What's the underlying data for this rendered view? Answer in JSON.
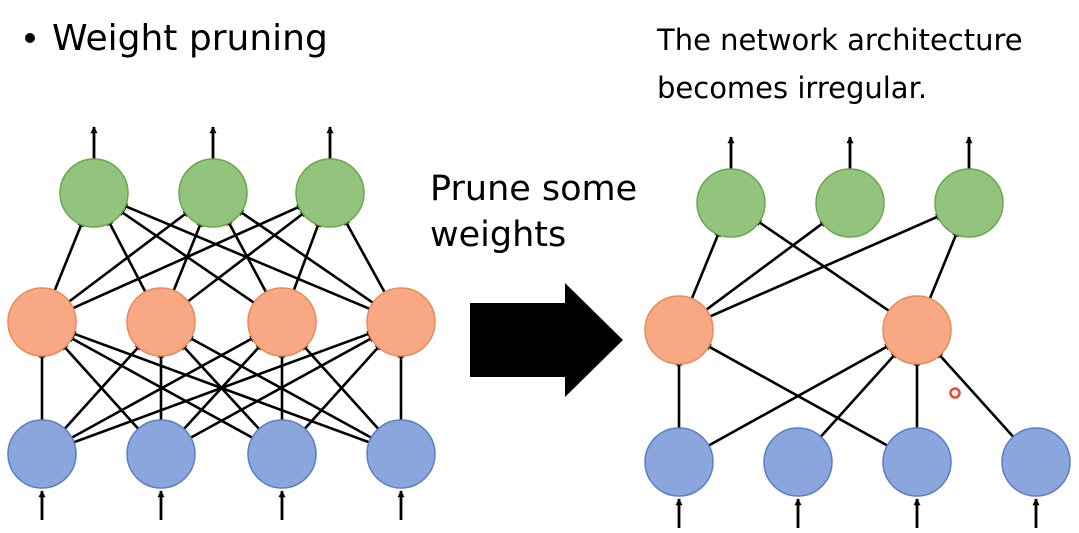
{
  "slide": {
    "bullet_title": "Weight pruning",
    "arrow_caption": [
      "Prune some",
      "weights"
    ],
    "right_caption": [
      "The network architecture",
      "becomes irregular."
    ]
  },
  "colors": {
    "input_fill": "#8aa6dc",
    "input_stroke": "#5b7fc3",
    "hidden_fill": "#f8a983",
    "hidden_stroke": "#e88a5c",
    "output_fill": "#93c47d",
    "output_stroke": "#6aa84f",
    "edge": "#000000",
    "big_arrow": "#000000",
    "pointer": "#e8483b"
  },
  "networks": {
    "original": {
      "layers": {
        "input": [
          "i1",
          "i2",
          "i3",
          "i4"
        ],
        "hidden": [
          "h1",
          "h2",
          "h3",
          "h4"
        ],
        "output": [
          "o1",
          "o2",
          "o3"
        ]
      },
      "edges": [
        [
          "i1",
          "h1"
        ],
        [
          "i1",
          "h2"
        ],
        [
          "i1",
          "h3"
        ],
        [
          "i1",
          "h4"
        ],
        [
          "i2",
          "h1"
        ],
        [
          "i2",
          "h2"
        ],
        [
          "i2",
          "h3"
        ],
        [
          "i2",
          "h4"
        ],
        [
          "i3",
          "h1"
        ],
        [
          "i3",
          "h2"
        ],
        [
          "i3",
          "h3"
        ],
        [
          "i3",
          "h4"
        ],
        [
          "i4",
          "h1"
        ],
        [
          "i4",
          "h2"
        ],
        [
          "i4",
          "h3"
        ],
        [
          "i4",
          "h4"
        ],
        [
          "h1",
          "o1"
        ],
        [
          "h1",
          "o2"
        ],
        [
          "h1",
          "o3"
        ],
        [
          "h2",
          "o1"
        ],
        [
          "h2",
          "o2"
        ],
        [
          "h2",
          "o3"
        ],
        [
          "h3",
          "o1"
        ],
        [
          "h3",
          "o2"
        ],
        [
          "h3",
          "o3"
        ],
        [
          "h4",
          "o1"
        ],
        [
          "h4",
          "o2"
        ],
        [
          "h4",
          "o3"
        ]
      ]
    },
    "pruned": {
      "layers": {
        "input": [
          "i1",
          "i2",
          "i3",
          "i4"
        ],
        "hidden": [
          "h1",
          "h4"
        ],
        "output": [
          "o1",
          "o2",
          "o3"
        ]
      },
      "edges": [
        [
          "i1",
          "h1"
        ],
        [
          "i1",
          "h4"
        ],
        [
          "i3",
          "h1"
        ],
        [
          "i3",
          "h4"
        ],
        [
          "i2",
          "h4"
        ],
        [
          "i4",
          "h4"
        ],
        [
          "h1",
          "o1"
        ],
        [
          "h1",
          "o2"
        ],
        [
          "h1",
          "o3"
        ],
        [
          "h4",
          "o1"
        ],
        [
          "h4",
          "o3"
        ]
      ]
    }
  }
}
